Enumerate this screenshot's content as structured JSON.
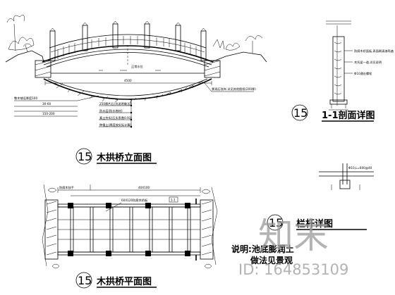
{
  "drawing": {
    "elevation": {
      "number": "15",
      "title": "木拱桥立面图",
      "span_dim": "4500",
      "center_note": "正常水位",
      "layer_notes": [
        "整木铺设厚度100",
        "30-60",
        "150-200"
      ],
      "callouts": [
        "250厚片石(另说明做法)",
        "防水层(防水卷材)",
        "素土夯实(压实系数0.93)",
        "种植土(厚度按实际计算)"
      ],
      "bank_note": "景观石驳岸,详见其他图纸(200厚)"
    },
    "section": {
      "number": "15",
      "title": "1-1剖面详图",
      "notes": [
        "防腐木桥面板,表面刷清漆两遍",
        "木托梁一道,详见说明",
        "Φ10通长螺栓"
      ]
    },
    "plan": {
      "number": "15",
      "title": "木拱桥平面图",
      "labels": [
        "防腐木扶手",
        "40X100",
        "60X120防腐木桥板",
        "1-1"
      ]
    },
    "detail": {
      "number": "15",
      "title": "栏杆详图",
      "note": "Φ10,L=600@40"
    },
    "notes": {
      "line1": "说明:池底膨润土",
      "line2": "做法见景观"
    }
  },
  "watermark": {
    "brand": "知末",
    "id": "ID: 164853109"
  }
}
